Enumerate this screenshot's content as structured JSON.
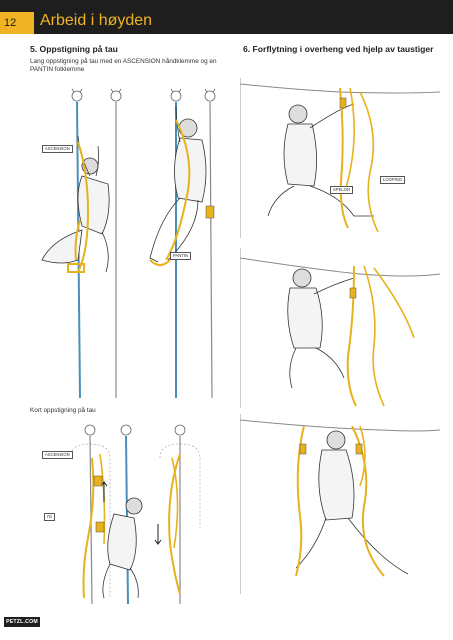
{
  "header": {
    "page_number": "12",
    "title": "Arbeid i høyden"
  },
  "section5": {
    "title": "5. Oppstigning på tau",
    "description": "Lang oppstigning på tau med en ASCENSION håndklemme og en PANTIN fotklemme",
    "labels": {
      "ascension": "ASCENSION",
      "pantin": "PANTIN"
    }
  },
  "section6": {
    "title": "6. Forflytning i overheng ved hjelp av taustiger",
    "labels": {
      "spelon": "SPELON",
      "looping": "LOOPING"
    }
  },
  "short_ascent": {
    "caption": "Kort oppstigning på tau",
    "labels": {
      "ascension": "ASCENSION",
      "i_d": "I'D"
    }
  },
  "footer": {
    "logo": "PETZL.COM"
  },
  "colors": {
    "header_bg": "#1e1e1e",
    "accent_yellow": "#f0b323",
    "rope_blue": "#4a8fb8",
    "rope_gray": "#8a8a8a",
    "sling_yellow": "#e8b21c"
  }
}
